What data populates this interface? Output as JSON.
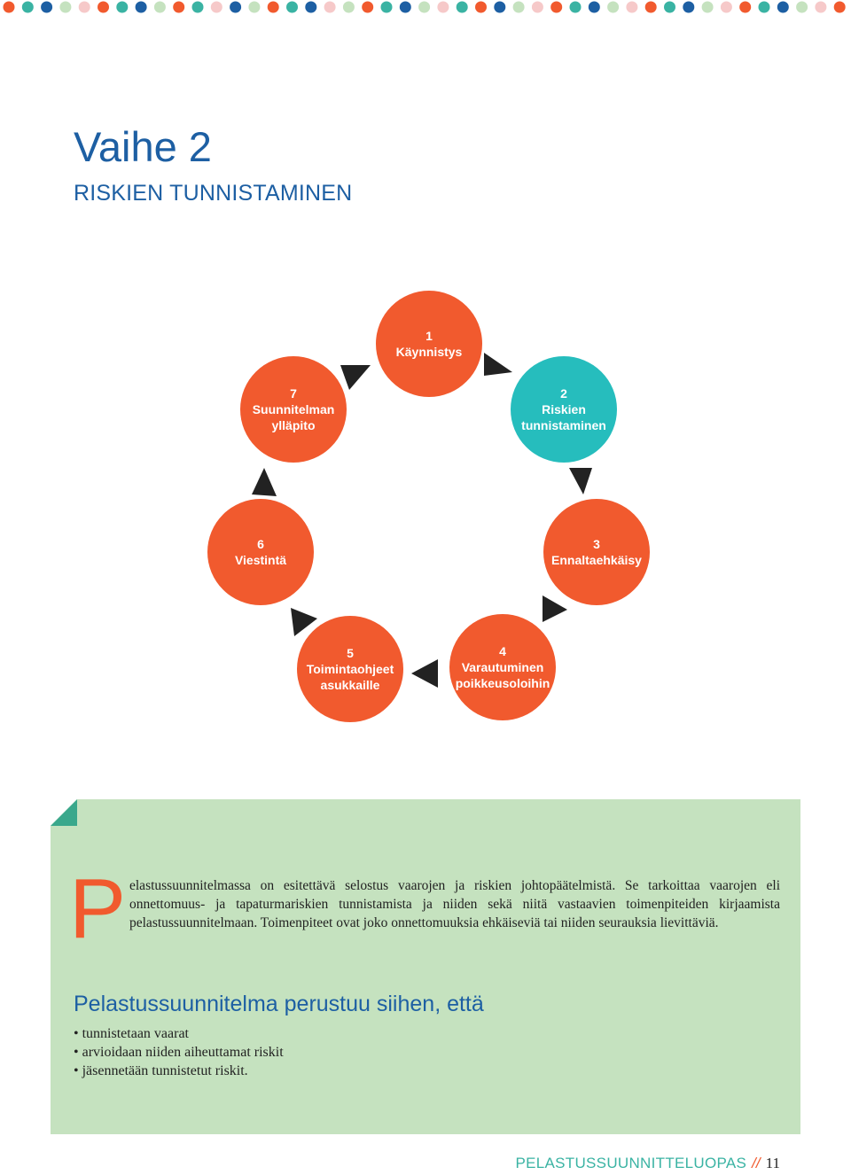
{
  "decor": {
    "dot_colors": [
      "#f15a2e",
      "#3ab3a3",
      "#1d5fa3",
      "#c5e2bf",
      "#f6c9c9"
    ]
  },
  "heading": {
    "title": "Vaihe 2",
    "subtitle": "RISKIEN TUNNISTAMINEN"
  },
  "cycle": {
    "active_step": 2,
    "colors": {
      "default": "#f15a2e",
      "active": "#26bdbd",
      "arrow": "#222222"
    },
    "steps": [
      {
        "number": "1",
        "line1": "Käynnistys",
        "line2": ""
      },
      {
        "number": "2",
        "line1": "Riskien",
        "line2": "tunnistaminen"
      },
      {
        "number": "3",
        "line1": "Ennaltaehkäisy",
        "line2": ""
      },
      {
        "number": "4",
        "line1": "Varautuminen",
        "line2": "poikkeusoloihin"
      },
      {
        "number": "5",
        "line1": "Toimintaohjeet",
        "line2": "asukkaille"
      },
      {
        "number": "6",
        "line1": "Viestintä",
        "line2": ""
      },
      {
        "number": "7",
        "line1": "Suunnitelman",
        "line2": "ylläpito"
      }
    ]
  },
  "panel": {
    "dropcap": "P",
    "lead": "elastussuunnitelmassa on esitettävä selostus vaarojen ja riskien johtopäätelmistä. Se tarkoittaa vaarojen eli onnettomuus- ja tapaturmariskien tunnistamista ja niiden sekä niitä vastaavien toimenpiteiden kirjaamista pelastussuunnitelmaan. Toimenpiteet ovat joko onnettomuuksia ehkäiseviä tai niiden seurauksia lievittäviä.",
    "heading": "Pelastussuunnitelma perustuu siihen, että",
    "bullets": [
      "tunnistetaan vaarat",
      "arvioidaan niiden aiheuttamat riskit",
      "jäsennetään tunnistetut riskit."
    ]
  },
  "footer": {
    "brand": "PELASTUSSUUNNITTELUOPAS",
    "separator": "//",
    "page_number": "11"
  }
}
